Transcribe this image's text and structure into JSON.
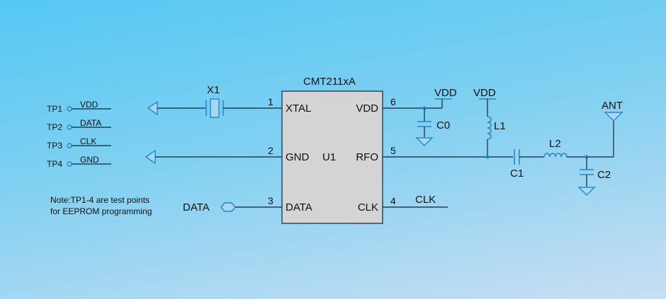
{
  "chip": {
    "title": "CMT211xA",
    "ref": "U1",
    "pins": [
      {
        "num": "1",
        "name": "XTAL"
      },
      {
        "num": "2",
        "name": "GND"
      },
      {
        "num": "3",
        "name": "DATA"
      },
      {
        "num": "4",
        "name": "CLK"
      },
      {
        "num": "5",
        "name": "RFO"
      },
      {
        "num": "6",
        "name": "VDD"
      }
    ]
  },
  "components": {
    "crystal": "X1",
    "c0": "C0",
    "l1": "L1",
    "c1": "C1",
    "l2": "L2",
    "c2": "C2",
    "antenna": "ANT"
  },
  "nets": {
    "vdd_pin6": "VDD",
    "vdd_l1": "VDD",
    "data_port": "DATA",
    "clk_net": "CLK"
  },
  "test_points": [
    {
      "tp": "TP1",
      "net": "VDD"
    },
    {
      "tp": "TP2",
      "net": "DATA"
    },
    {
      "tp": "TP3",
      "net": "CLK"
    },
    {
      "tp": "TP4",
      "net": "GND"
    }
  ],
  "note": {
    "line1": "Note:TP1-4 are test points",
    "line2": "for EEPROM programming"
  }
}
